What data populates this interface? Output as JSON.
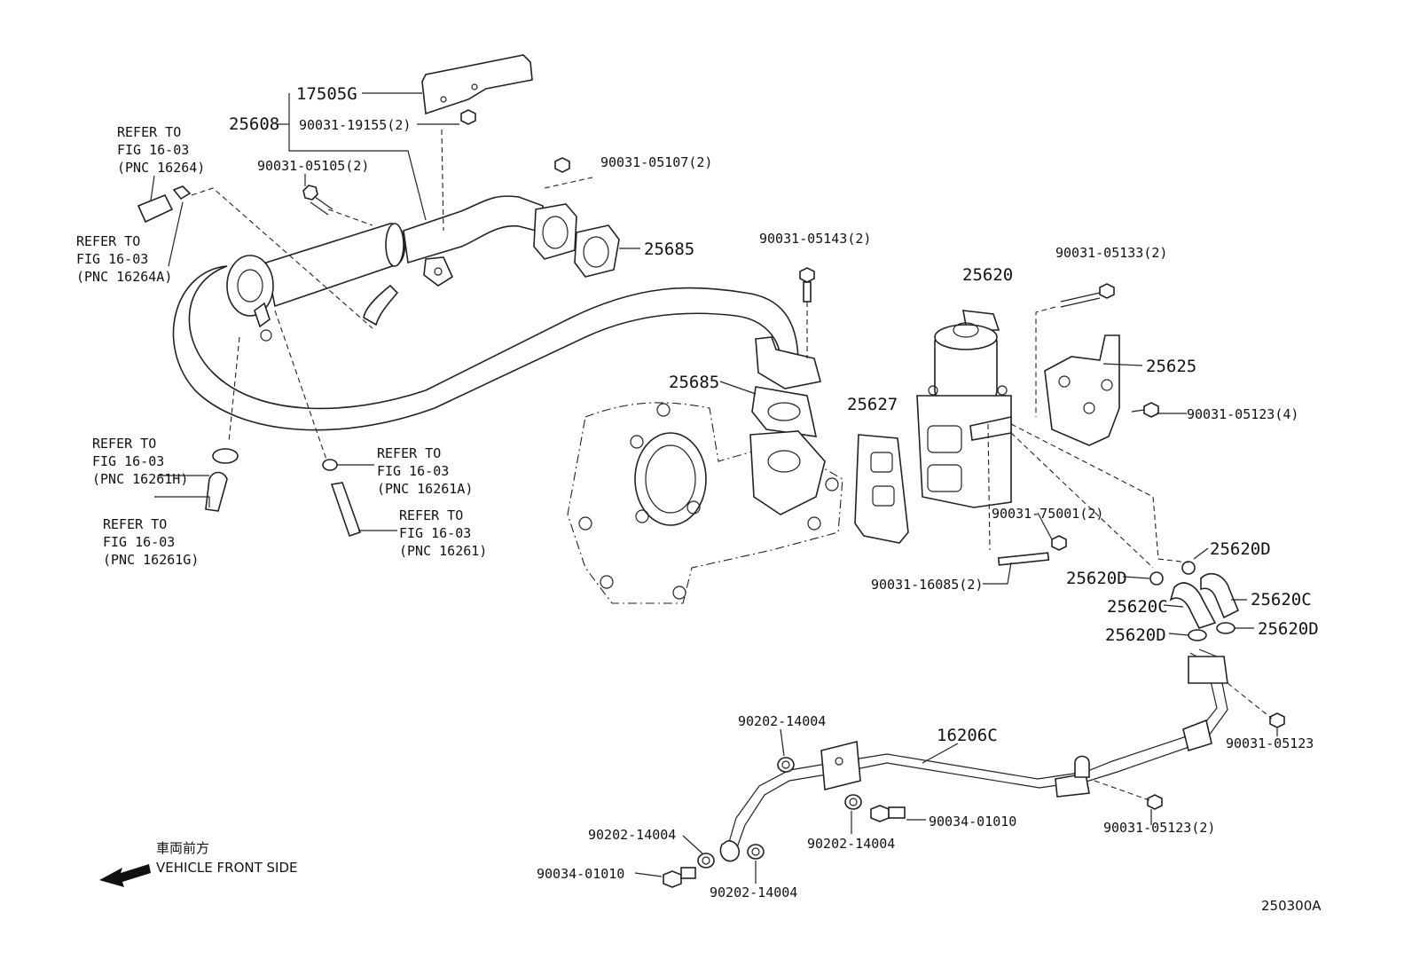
{
  "callouts": {
    "p17505G": "17505G",
    "p25608": "25608",
    "p90031_19155": "90031-19155(2)",
    "p90031_05105": "90031-05105(2)",
    "p90031_05107": "90031-05107(2)",
    "p25685_top": "25685",
    "p90031_05143": "90031-05143(2)",
    "p25620": "25620",
    "p90031_05133": "90031-05133(2)",
    "p25625": "25625",
    "p90031_05123_4": "90031-05123(4)",
    "p25685_mid": "25685",
    "p25627": "25627",
    "p90031_75001": "90031-75001(2)",
    "p90031_16085": "90031-16085(2)",
    "p25620D_a": "25620D",
    "p25620D_b": "25620D",
    "p25620C_a": "25620C",
    "p25620C_b": "25620C",
    "p25620D_c": "25620D",
    "p25620D_d": "25620D",
    "p90031_05123": "90031-05123",
    "p16206C": "16206C",
    "p90202_14004_a": "90202-14004",
    "p90202_14004_b": "90202-14004",
    "p90202_14004_c": "90202-14004",
    "p90202_14004_d": "90202-14004",
    "p90034_01010_a": "90034-01010",
    "p90034_01010_b": "90034-01010",
    "p90031_05123_2": "90031-05123(2)"
  },
  "references": {
    "r1": [
      "REFER TO",
      "FIG 16-03",
      "(PNC 16264)"
    ],
    "r2": [
      "REFER TO",
      "FIG 16-03",
      "(PNC 16264A)"
    ],
    "r3": [
      "REFER TO",
      "FIG 16-03",
      "(PNC 16261H)"
    ],
    "r4": [
      "REFER TO",
      "FIG 16-03",
      "(PNC 16261G)"
    ],
    "r5": [
      "REFER TO",
      "FIG 16-03",
      "(PNC 16261A)"
    ],
    "r6": [
      "REFER TO",
      "FIG 16-03",
      "(PNC 16261)"
    ]
  },
  "direction": {
    "japanese": "車両前方",
    "english": "VEHICLE FRONT SIDE"
  },
  "figure_id": "250300A",
  "icons": {
    "direction": "arrow-left-icon"
  }
}
